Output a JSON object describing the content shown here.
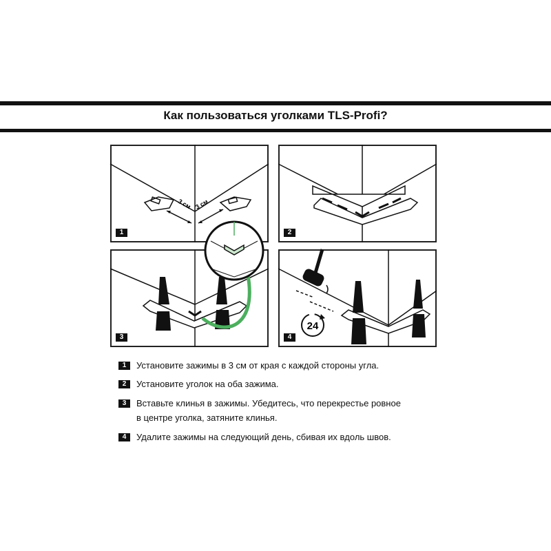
{
  "title": "Как пользоваться уголками TLS-Profi?",
  "panels": [
    {
      "number": "1",
      "label_left": "3 см",
      "label_right": "3 см"
    },
    {
      "number": "2"
    },
    {
      "number": "3"
    },
    {
      "number": "4",
      "timer": "24"
    }
  ],
  "steps": [
    {
      "number": "1",
      "lines": [
        "Установите зажимы в 3 см от края с каждой стороны угла."
      ]
    },
    {
      "number": "2",
      "lines": [
        "Установите уголок на оба зажима."
      ]
    },
    {
      "number": "3",
      "lines": [
        "Вставьте клинья в зажимы. Убедитесь, что перекрестье ровное",
        "в центре уголка, затяните клинья."
      ]
    },
    {
      "number": "4",
      "lines": [
        "Удалите зажимы на следующий день, сбивая их вдоль швов."
      ]
    }
  ],
  "colors": {
    "accent": "#4caf5e",
    "ink": "#111111"
  }
}
